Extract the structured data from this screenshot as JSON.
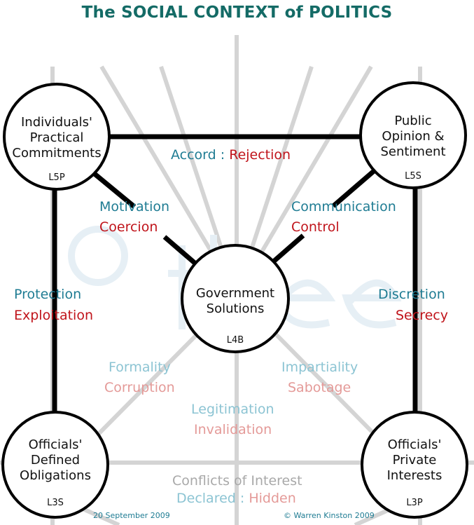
{
  "title": "The SOCIAL CONTEXT of POLITICS",
  "nodes": {
    "top_left": {
      "lines": [
        "Individuals'",
        "Practical",
        "Commitments"
      ],
      "code": "L5P"
    },
    "top_right": {
      "lines": [
        "Public",
        "Opinion &",
        "Sentiment"
      ],
      "code": "L5S"
    },
    "center": {
      "lines": [
        "Government",
        "Solutions"
      ],
      "code": "L4B"
    },
    "bottom_left": {
      "lines": [
        "Officials'",
        "Defined",
        "Obligations"
      ],
      "code": "L3S"
    },
    "bottom_right": {
      "lines": [
        "Officials'",
        "Private",
        "Interests"
      ],
      "code": "L3P"
    }
  },
  "links": {
    "top": {
      "positive": "Accord",
      "separator": ":",
      "negative": "Rejection"
    },
    "top_left_center": {
      "positive": "Motivation",
      "negative": "Coercion"
    },
    "top_right_center": {
      "positive": "Communication",
      "negative": "Control"
    },
    "left": {
      "positive": "Protection",
      "negative": "Exploitation"
    },
    "right": {
      "positive": "Discretion",
      "negative": "Secrecy"
    },
    "center_bottom_left": {
      "positive": "Formality",
      "negative": "Corruption"
    },
    "center_bottom_right": {
      "positive": "Impartiality",
      "negative": "Sabotage"
    },
    "center_down": {
      "positive": "Legitimation",
      "negative": "Invalidation"
    },
    "bottom": {
      "heading": "Conflicts of Interest",
      "positive": "Declared",
      "separator": ":",
      "negative": "Hidden"
    }
  },
  "footer": {
    "date": "20 September 2009",
    "copyright": "© Warren Kinston 2009"
  },
  "colors": {
    "title": "#146b66",
    "positive": "#1f7c93",
    "negative": "#c0141b",
    "faded_positive": "#8cc4d3",
    "faded_negative": "#e49a98",
    "background_lines": "#cfcfcf"
  }
}
